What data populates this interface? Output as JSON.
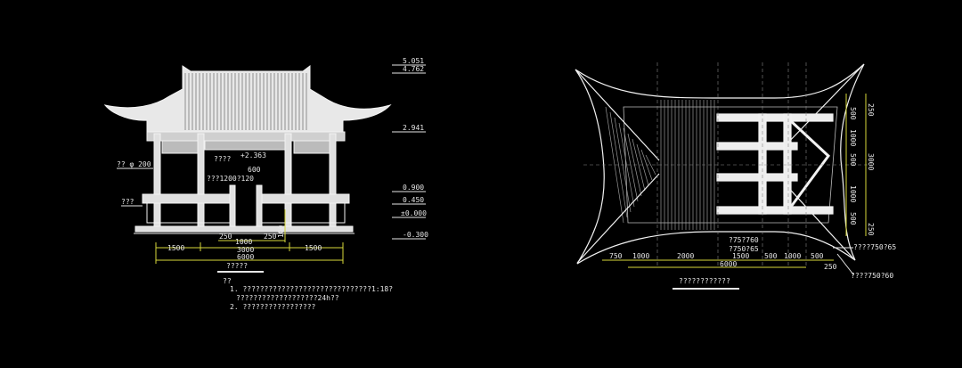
{
  "colors": {
    "background": "#000000",
    "linework": "#f2f2f2",
    "dimension": "#d7d93a",
    "text": "#e6e6e6"
  },
  "elevation": {
    "elev_marks": [
      "5.051",
      "4.762",
      "2.941",
      "0.900",
      "0.450",
      "±0.000",
      "-0.300"
    ],
    "labels": {
      "col_dia": "?? φ 200",
      "seat": "???",
      "beam": "???1200?120",
      "elev_a": "+2.363",
      "elev_b": "????",
      "step_w": "600"
    },
    "dims_row1": [
      "250",
      "1000",
      "250",
      "100"
    ],
    "dims_row2": [
      "1500",
      "3000",
      "1500"
    ],
    "dims_total": "6000",
    "title": "?????",
    "notes_title": "??",
    "note_1a": "1. ??????????????????????????????1:18?",
    "note_1b": "???????????????????24h??",
    "note_2": "2. ?????????????????"
  },
  "plan": {
    "dims_right": [
      "250",
      "500",
      "1000",
      "3000",
      "500",
      "1000",
      "500",
      "250"
    ],
    "dims_bottom": [
      "750",
      "1000",
      "2000",
      "1500",
      "500",
      "1000",
      "500",
      "250"
    ],
    "dims_total": "6000",
    "labels": {
      "a": "?75?760",
      "b": "?750?65",
      "c": "????750?65",
      "d": "????750?60"
    },
    "title": "????????????"
  }
}
